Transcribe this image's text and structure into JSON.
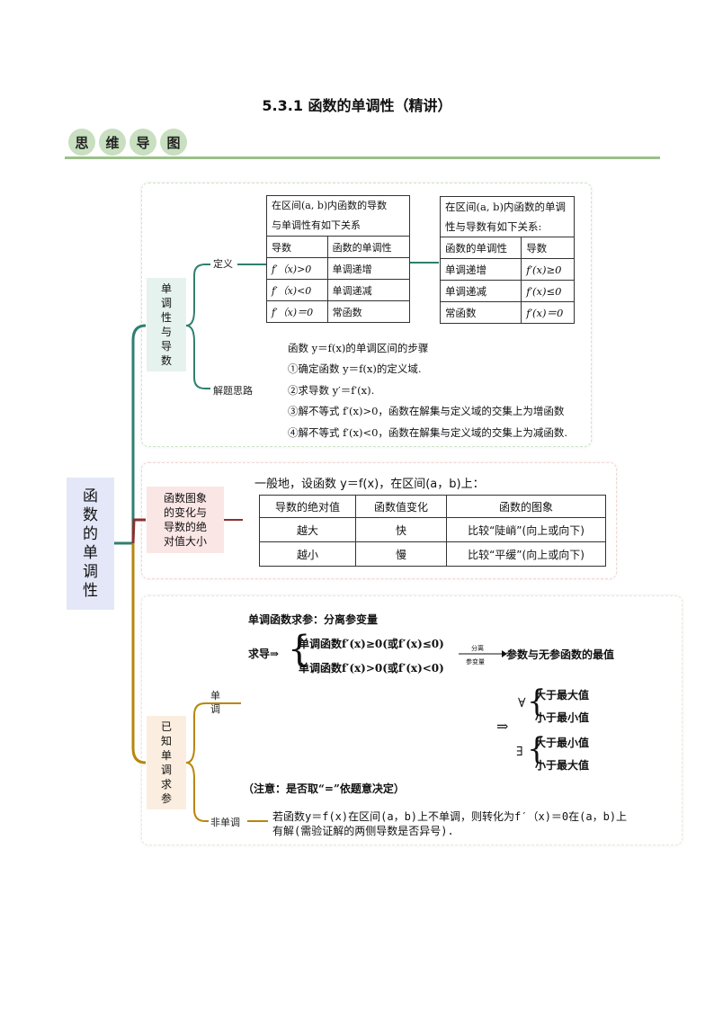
{
  "page": {
    "title": "5.3.1  函数的单调性（精讲）",
    "banner": [
      "思",
      "维",
      "导",
      "图"
    ]
  },
  "root": {
    "label": [
      "函",
      "数",
      "的",
      "单",
      "调",
      "性"
    ]
  },
  "section1": {
    "label": [
      "单",
      "调",
      "性",
      "与",
      "导",
      "数"
    ],
    "branch_definition": "定义",
    "branch_approach": "解题思路",
    "table_a": {
      "caption": [
        "在区间(a, b)内函数的导数",
        "与单调性有如下关系"
      ],
      "headers": [
        "导数",
        "函数的单调性"
      ],
      "rows": [
        [
          "f′（x)>0",
          "单调递增"
        ],
        [
          "f′（x)<0",
          "单调递减"
        ],
        [
          "f′（x)＝0",
          "常函数"
        ]
      ]
    },
    "table_b": {
      "caption": [
        "在区间(a, b)内函数的单调",
        "性与导数有如下关系:"
      ],
      "headers": [
        "函数的单调性",
        "导数"
      ],
      "rows": [
        [
          "单调递增",
          "f′(x)≥0"
        ],
        [
          "单调递减",
          "f′(x)≤0"
        ],
        [
          "常函数",
          "f′(x)＝0"
        ]
      ]
    },
    "steps_title": "函数 y＝f(x)的单调区间的步骤",
    "steps": [
      "①确定函数 y＝f(x)的定义域.",
      "②求导数 y′＝f′(x).",
      "③解不等式 f′(x)>0，函数在解集与定义域的交集上为增函数",
      "④解不等式 f′(x)<0，函数在解集与定义域的交集上为减函数."
    ]
  },
  "section2": {
    "label": [
      "函数图象",
      "的变化与",
      "导数的绝",
      "对值大小"
    ],
    "intro": "一般地，设函数 y＝f(x)，在区间(a，b)上：",
    "headers": [
      "导数的绝对值",
      "函数值变化",
      "函数的图象"
    ],
    "rows": [
      [
        "越大",
        "快",
        "比较“陡峭”(向上或向下)"
      ],
      [
        "越小",
        "慢",
        "比较“平缓”(向上或向下)"
      ]
    ]
  },
  "section3": {
    "label": [
      "已",
      "知",
      "单",
      "调",
      "求",
      "参"
    ],
    "branch_mono": [
      "单",
      "调"
    ],
    "branch_nonmono": "非单调",
    "method_title": "单调函数求参：分离参变量",
    "derive_prefix": "求导⇒",
    "case1": "单调函数f′(x)≥0(或f′(x)≤0)",
    "case2": "单调函数f′(x)>0(或f′(x)<0)",
    "arrow_top": "分离",
    "arrow_bottom": "参变量",
    "result": "参数与无参函数的最值",
    "implies": "⇒",
    "forall": "∀",
    "exists": "∃",
    "forall_cases": [
      "大于最大值",
      "小于最小值"
    ],
    "exists_cases": [
      "大于最小值",
      "小于最大值"
    ],
    "note": "（注意：是否取“=”依题意决定）",
    "nonmono_text": [
      "若函数y＝f(x)在区间(a，b)上不单调，则转化为f′（x)＝0在(a，b)上",
      "有解(需验证解的两侧导数是否异号)."
    ]
  },
  "colors": {
    "teal": "#2f7f6f",
    "maroon": "#8a3030",
    "gold": "#b8860b",
    "banner_green": "#9cc08a"
  }
}
